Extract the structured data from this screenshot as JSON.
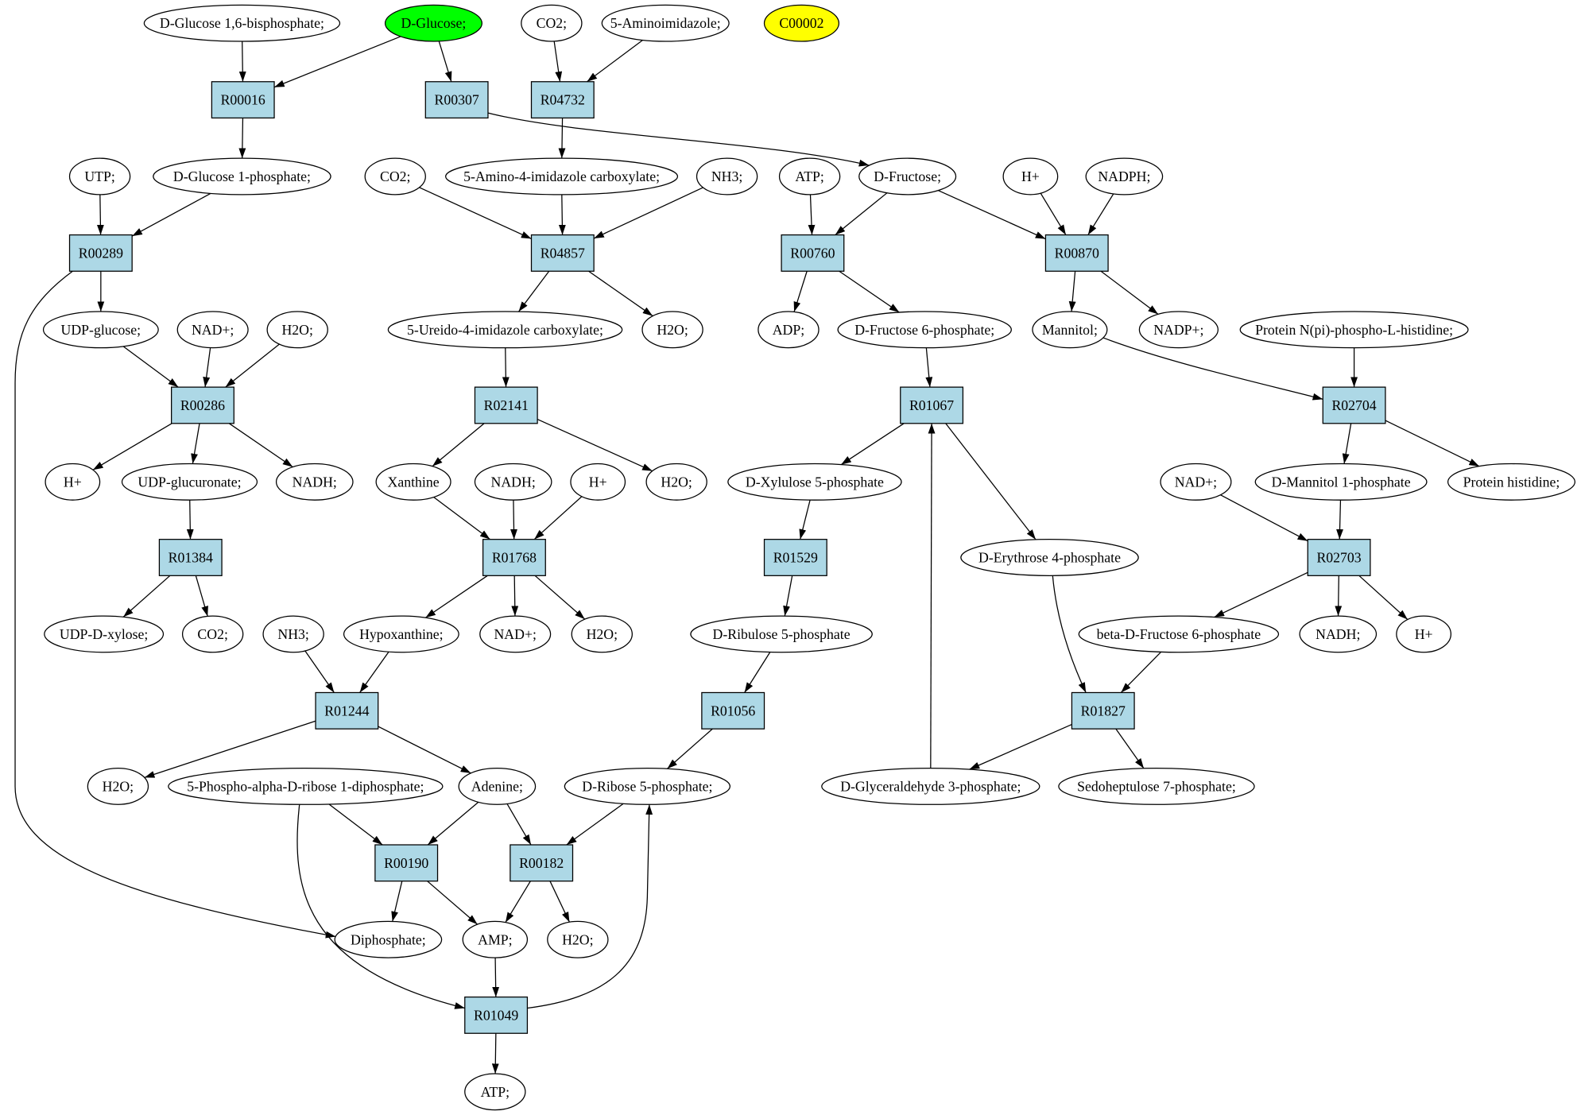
{
  "compounds": [
    {
      "label": "D-Glucose 1,6-bisphosphate;"
    },
    {
      "label": "D-Glucose;",
      "fill": "#00ff00"
    },
    {
      "label": "CO2;"
    },
    {
      "label": "5-Aminoimidazole;"
    },
    {
      "label": "C00002",
      "fill": "#ffff00"
    },
    {
      "label": "UTP;"
    },
    {
      "label": "D-Glucose 1-phosphate;"
    },
    {
      "label": "CO2;"
    },
    {
      "label": "5-Amino-4-imidazole carboxylate;"
    },
    {
      "label": "NH3;"
    },
    {
      "label": "ATP;"
    },
    {
      "label": "D-Fructose;"
    },
    {
      "label": "H+"
    },
    {
      "label": "NADPH;"
    },
    {
      "label": "UDP-glucose;"
    },
    {
      "label": "NAD+;"
    },
    {
      "label": "H2O;"
    },
    {
      "label": "5-Ureido-4-imidazole carboxylate;"
    },
    {
      "label": "H2O;"
    },
    {
      "label": "ADP;"
    },
    {
      "label": "D-Fructose 6-phosphate;"
    },
    {
      "label": "Mannitol;"
    },
    {
      "label": "NADP+;"
    },
    {
      "label": "Protein N(pi)-phospho-L-histidine;"
    },
    {
      "label": "H+"
    },
    {
      "label": "UDP-glucuronate;"
    },
    {
      "label": "NADH;"
    },
    {
      "label": "Xanthine"
    },
    {
      "label": "NADH;"
    },
    {
      "label": "H+"
    },
    {
      "label": "H2O;"
    },
    {
      "label": "D-Xylulose 5-phosphate"
    },
    {
      "label": "NAD+;"
    },
    {
      "label": "D-Mannitol 1-phosphate"
    },
    {
      "label": "Protein histidine;"
    },
    {
      "label": "D-Erythrose 4-phosphate"
    },
    {
      "label": "UDP-D-xylose;"
    },
    {
      "label": "CO2;"
    },
    {
      "label": "NH3;"
    },
    {
      "label": "Hypoxanthine;"
    },
    {
      "label": "NAD+;"
    },
    {
      "label": "H2O;"
    },
    {
      "label": "D-Ribulose 5-phosphate"
    },
    {
      "label": "beta-D-Fructose 6-phosphate"
    },
    {
      "label": "NADH;"
    },
    {
      "label": "H+"
    },
    {
      "label": "H2O;"
    },
    {
      "label": "5-Phospho-alpha-D-ribose 1-diphosphate;"
    },
    {
      "label": "Adenine;"
    },
    {
      "label": "D-Ribose 5-phosphate;"
    },
    {
      "label": "D-Glyceraldehyde 3-phosphate;"
    },
    {
      "label": "Sedoheptulose 7-phosphate;"
    },
    {
      "label": "Diphosphate;"
    },
    {
      "label": "AMP;"
    },
    {
      "label": "H2O;"
    },
    {
      "label": "ATP;"
    }
  ],
  "reactions": [
    "R00016",
    "R00307",
    "R04732",
    "R00289",
    "R04857",
    "R00760",
    "R00870",
    "R00286",
    "R02141",
    "R01067",
    "R02704",
    "R01384",
    "R01768",
    "R01529",
    "R02703",
    "R01244",
    "R01056",
    "R01827",
    "R00190",
    "R00182",
    "R01049"
  ],
  "colors": {
    "compound_fill": "#ffffff",
    "reaction_fill": "#add8e6",
    "stroke": "#000000"
  }
}
